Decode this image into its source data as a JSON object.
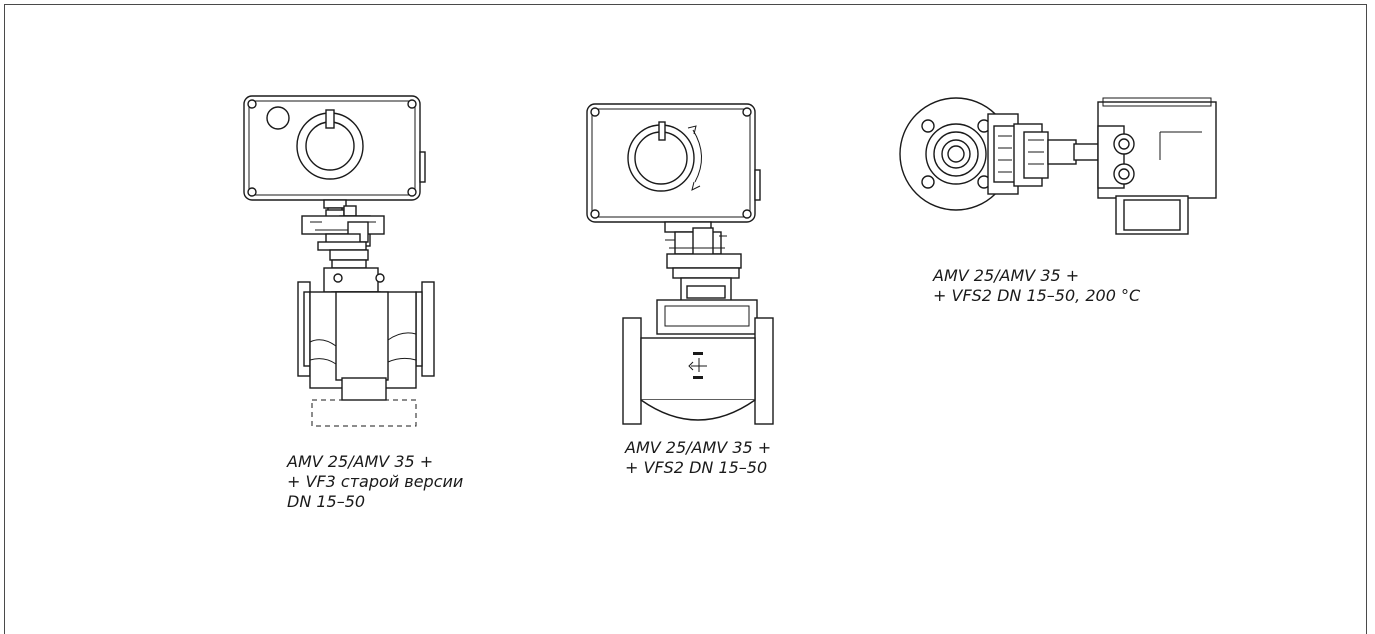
{
  "figures": [
    {
      "icon": "actuator-valve-vf3-front-icon",
      "caption_lines": [
        "AMV 25/AMV 35 +",
        "+ VF3 старой версии",
        "DN 15–50"
      ]
    },
    {
      "icon": "actuator-valve-vfs2-front-icon",
      "caption_lines": [
        "AMV 25/AMV 35 +",
        "+ VFS2 DN 15–50"
      ]
    },
    {
      "icon": "actuator-valve-vfs2-top-icon",
      "caption_lines": [
        "AMV 25/AMV 35 +",
        "+ VFS2 DN 15–50, 200 °C"
      ]
    }
  ]
}
